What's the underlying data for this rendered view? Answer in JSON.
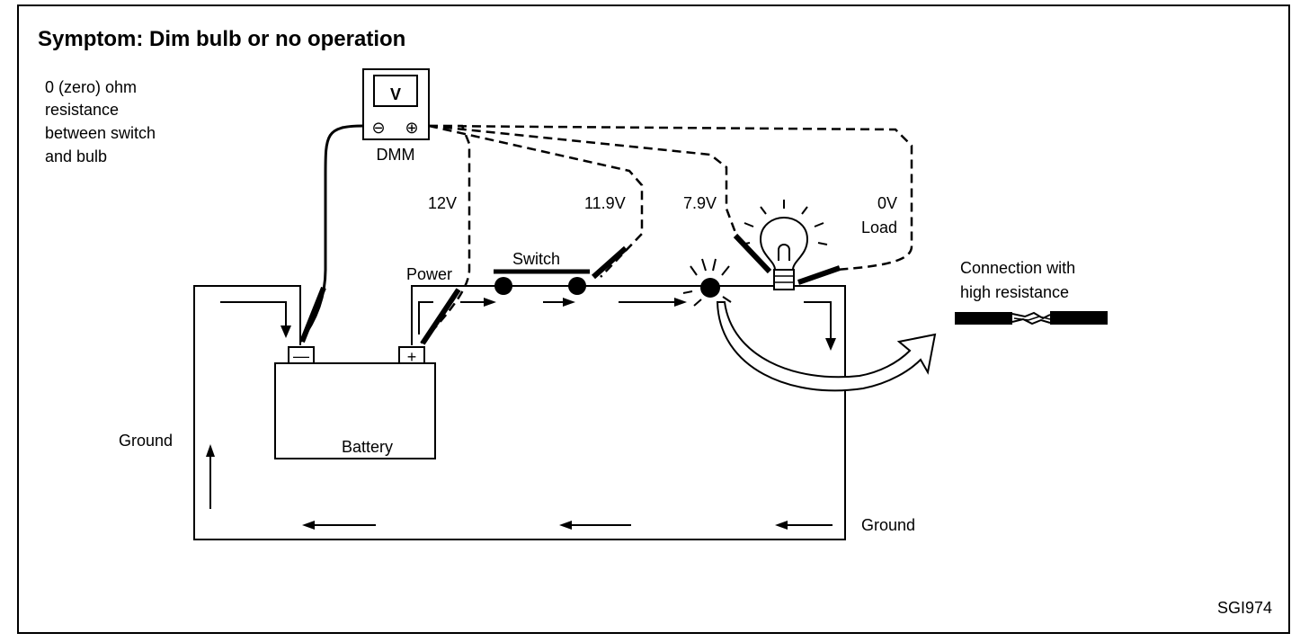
{
  "title": "Symptom: Dim bulb or no operation",
  "note_lines": [
    "0 (zero) ohm",
    "resistance",
    "between switch",
    "and bulb"
  ],
  "meter": {
    "symbol": "V",
    "minus": "⊖",
    "plus": "⊕",
    "label": "DMM"
  },
  "readings": {
    "v1": "12V",
    "v2": "11.9V",
    "v3": "7.9V",
    "v4": "0V",
    "load": "Load"
  },
  "labels": {
    "power": "Power",
    "switch": "Switch",
    "battery": "Battery",
    "ground_left": "Ground",
    "ground_bottom": "Ground",
    "terminal_minus": "—",
    "terminal_plus": "+",
    "callout_line1": "Connection with",
    "callout_line2": "high resistance"
  },
  "figure_id": "SGI974"
}
